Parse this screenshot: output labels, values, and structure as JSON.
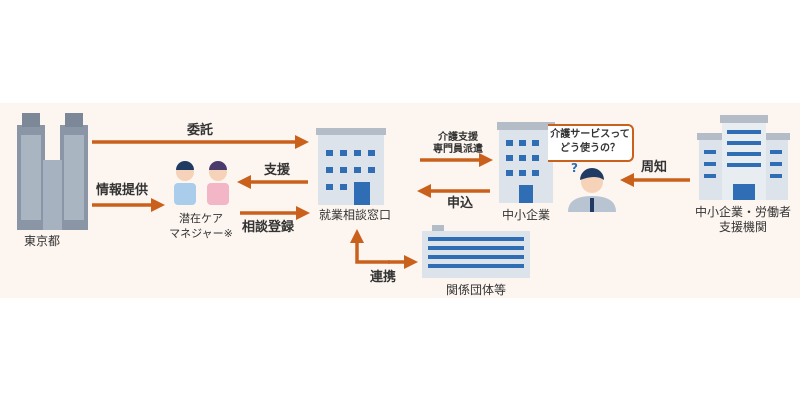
{
  "nodes": {
    "tokyo": "東京都",
    "care_manager": [
      "潜在ケア",
      "マネジャー※"
    ],
    "consult_window": "就業相談窓口",
    "related_orgs": "関係団体等",
    "sme": "中小企業",
    "support_orgs": [
      "中小企業・労働者",
      "支援機関"
    ]
  },
  "arrows": {
    "entrust": "委託",
    "info": "情報提供",
    "support": "支援",
    "register": "相談登録",
    "dispatch": [
      "介護支援",
      "専門員派遣"
    ],
    "apply": "申込",
    "collab": "連携",
    "notify": "周知"
  },
  "bubble": [
    "介護サービスって",
    "どう使うの？"
  ],
  "colors": {
    "arrow": "#c9601c",
    "building": "#dde3ea",
    "window": "#2f6db5",
    "band": "#fdf6f0"
  }
}
